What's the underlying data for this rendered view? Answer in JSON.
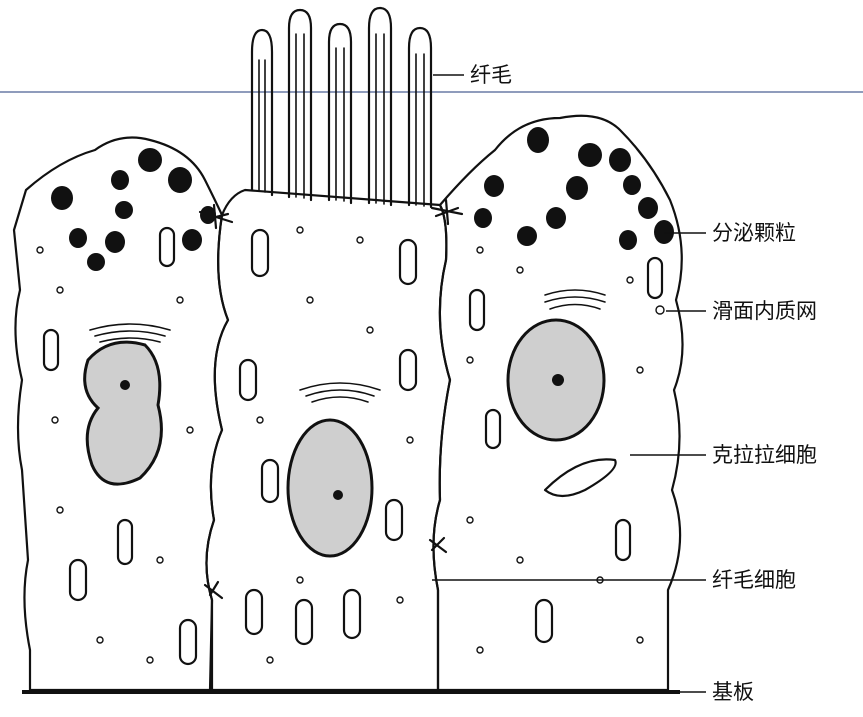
{
  "labels": {
    "cilia": "纤毛",
    "secretory_granules": "分泌颗粒",
    "smooth_er": "滑面内质网",
    "clara_cell": "克拉拉细胞",
    "ciliated_cell": "纤毛细胞",
    "basal_lamina": "基板"
  },
  "colors": {
    "ink": "#111111",
    "background": "#ffffff",
    "guide_line": "#1f3a7a"
  }
}
